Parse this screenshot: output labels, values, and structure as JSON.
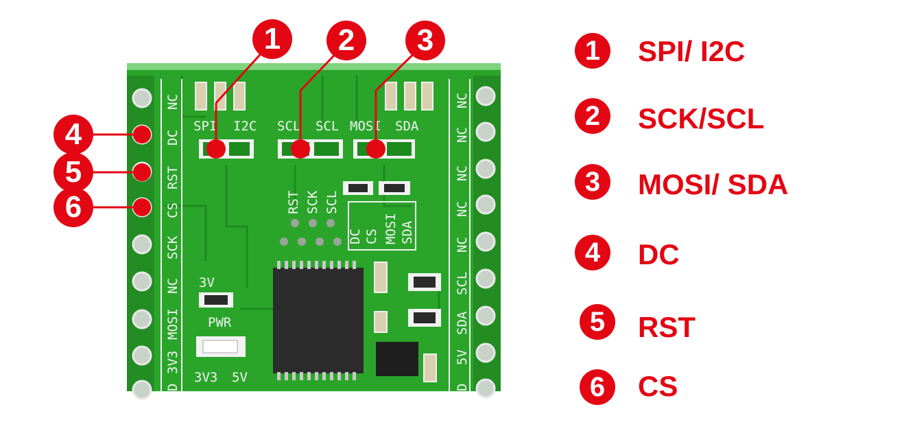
{
  "colors": {
    "accent": "#e30613",
    "pcb": "#2aa52a",
    "silkscreen": "#f2f2f2"
  },
  "callouts": {
    "c1": "1",
    "c2": "2",
    "c3": "3",
    "c4": "4",
    "c5": "5",
    "c6": "6"
  },
  "legend": [
    {
      "num": "1",
      "label": "SPI/ I2C"
    },
    {
      "num": "2",
      "label": "SCK/SCL"
    },
    {
      "num": "3",
      "label": "MOSI/ SDA"
    },
    {
      "num": "4",
      "label": "DC"
    },
    {
      "num": "5",
      "label": "RST"
    },
    {
      "num": "6",
      "label": "CS"
    }
  ],
  "board": {
    "left_pins": [
      "NC",
      "DC",
      "RST",
      "CS",
      "SCK",
      "NC",
      "MOSI",
      "3V3",
      "D"
    ],
    "right_pins": [
      "NC",
      "NC",
      "NC",
      "NC",
      "NC",
      "SCL",
      "SDA",
      "5V",
      "D"
    ],
    "jumper_labels": [
      "SPI",
      "I2C",
      "SCL",
      "SCL",
      "MOSI",
      "SDA"
    ],
    "header_top": [
      "RST",
      "SCK",
      "SCL"
    ],
    "header_bottom": [
      "DC",
      "CS",
      "MOSI",
      "SDA"
    ],
    "power_labels": [
      "3V",
      "PWR",
      "3V3",
      "5V"
    ]
  }
}
